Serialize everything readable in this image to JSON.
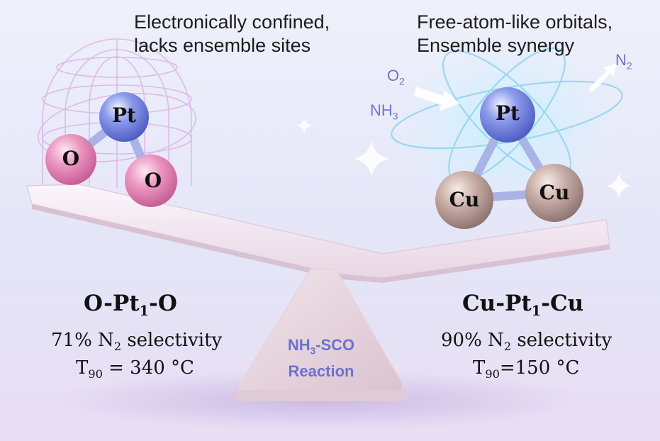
{
  "left": {
    "caption_line1": "Electronically confined,",
    "caption_line2": "lacks ensemble sites",
    "atoms": {
      "center": "Pt",
      "a": "O",
      "b": "O"
    },
    "title": {
      "a": "O-Pt",
      "sub": "1",
      "b": "-O"
    },
    "selectivity": {
      "pre": "71% N",
      "sub": "2",
      "post": " selectivity"
    },
    "t90": {
      "pre": "T",
      "sub": "90",
      "post": " = 340 °C"
    }
  },
  "right": {
    "caption_line1": "Free-atom-like orbitals,",
    "caption_line2": "Ensemble synergy",
    "atoms": {
      "center": "Pt",
      "a": "Cu",
      "b": "Cu"
    },
    "title": {
      "a": "Cu-Pt",
      "sub": "1",
      "b": "-Cu"
    },
    "selectivity": {
      "pre": "90% N",
      "sub": "2",
      "post": " selectivity"
    },
    "t90": {
      "pre": "T",
      "sub": "90",
      "post": "=150 °C"
    },
    "gases": {
      "o2": {
        "base": "O",
        "sub": "2"
      },
      "nh3": {
        "base": "NH",
        "sub": "3"
      },
      "n2": {
        "base": "N",
        "sub": "2"
      }
    }
  },
  "fulcrum": {
    "pre": "NH",
    "sub": "3",
    "post": "-SCO",
    "line2": "Reaction"
  },
  "colors": {
    "pt": "#7f8fe6",
    "o": "#e68ab8",
    "cu": "#c1a69e",
    "accent": "#6a72d0",
    "cage": "#dcb6e6",
    "orbit": "#8fd4ef"
  }
}
